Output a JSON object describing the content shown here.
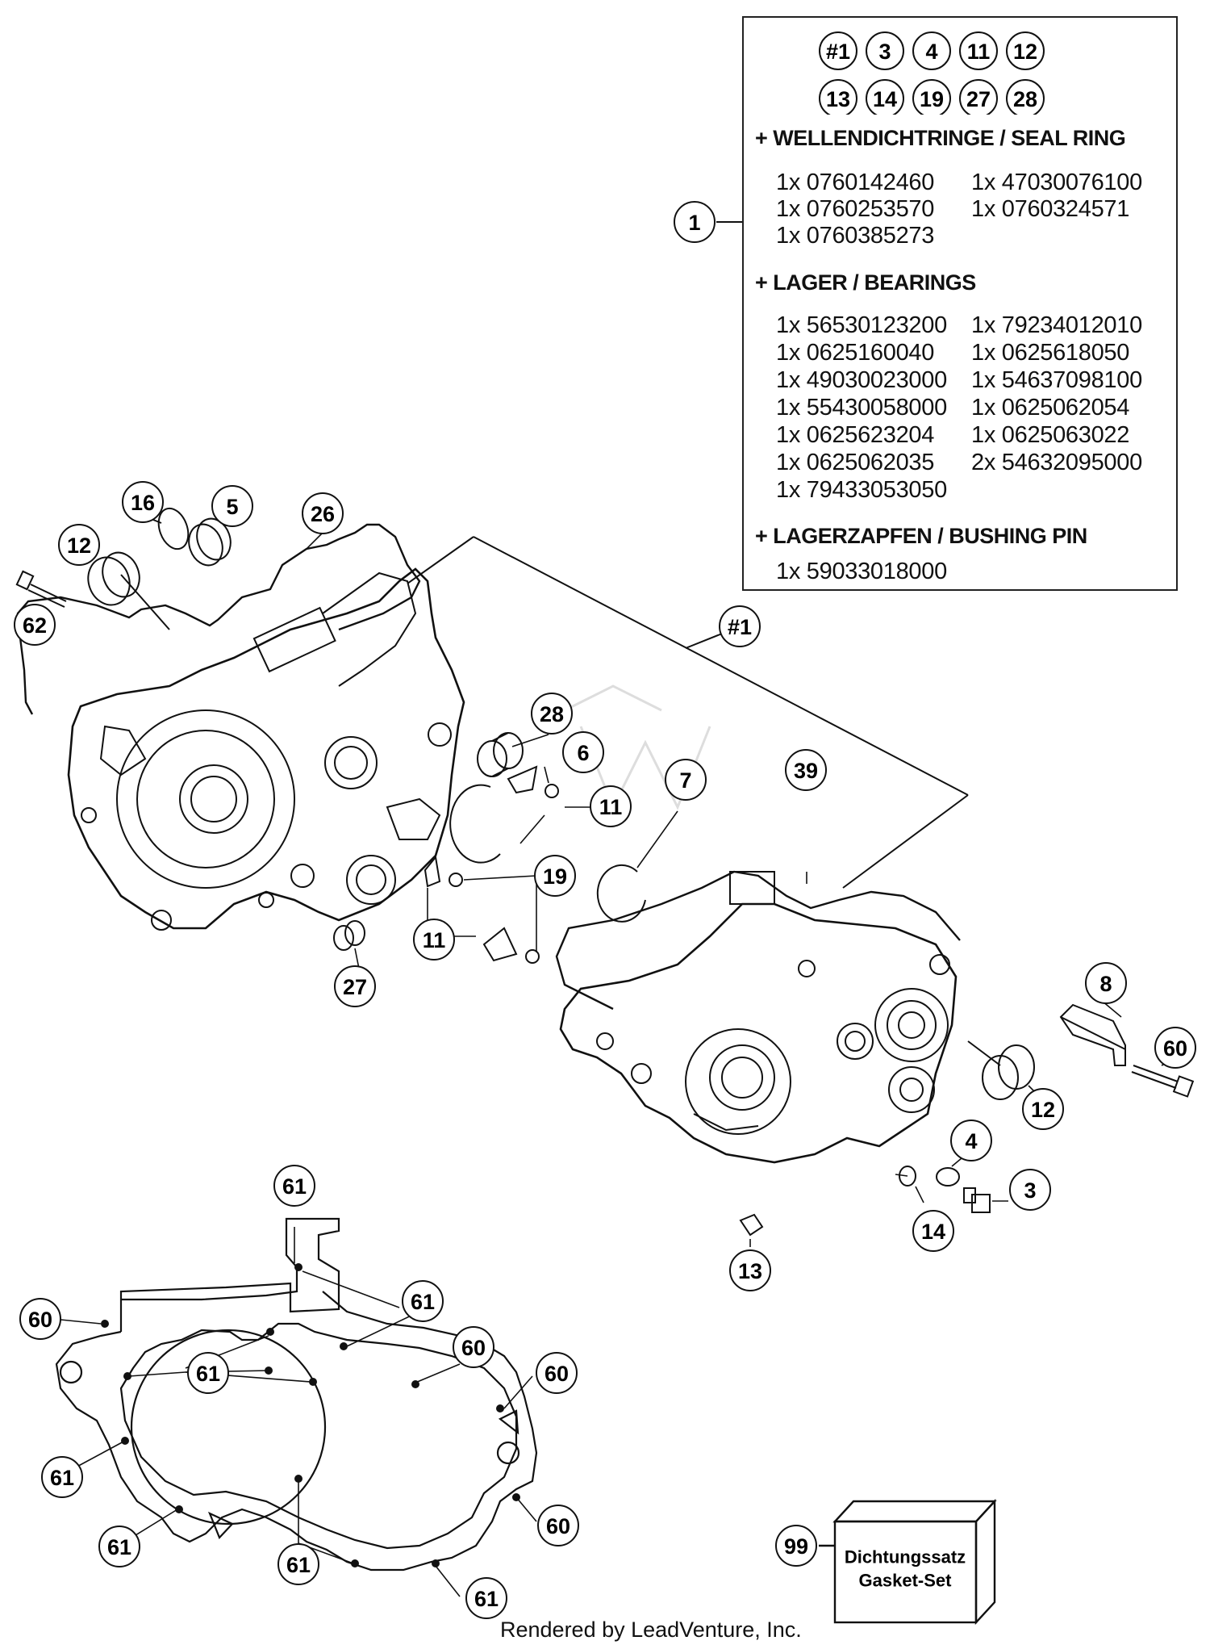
{
  "kit_refs_row1": [
    "#1",
    "3",
    "4",
    "11",
    "12"
  ],
  "kit_refs_row2": [
    "13",
    "14",
    "19",
    "27",
    "28"
  ],
  "seal_section": {
    "title": "+ WELLENDICHTRINGE / SEAL RING",
    "left": [
      "1x 0760142460",
      "1x 0760253570",
      "1x 0760385273"
    ],
    "right": [
      "1x 47030076100",
      "1x 0760324571"
    ]
  },
  "bearing_section": {
    "title": "+ LAGER / BEARINGS",
    "left": [
      "1x 56530123200",
      "1x 0625160040",
      "1x 49030023000",
      "1x 55430058000",
      "1x 0625623204",
      "1x 0625062035",
      "1x 79433053050"
    ],
    "right": [
      "1x 79234012010",
      "1x 0625618050",
      "1x 54637098100",
      "1x 0625062054",
      "1x 0625063022",
      "2x 54632095000"
    ]
  },
  "bushing_section": {
    "title": "+ LAGERZAPFEN / BUSHING PIN",
    "left": [
      "1x 59033018000"
    ]
  },
  "callouts": {
    "c1": "1",
    "c16": "16",
    "c5": "5",
    "c26": "26",
    "c12a": "12",
    "c62": "62",
    "c_kit": "#1",
    "c28": "28",
    "c6": "6",
    "c11a": "11",
    "c7": "7",
    "c39": "39",
    "c19": "19",
    "c11b": "11",
    "c27": "27",
    "c8": "8",
    "c60a": "60",
    "c12b": "12",
    "c4": "4",
    "c3": "3",
    "c14": "14",
    "c13": "13",
    "g61a": "61",
    "g60a": "60",
    "g61b": "61",
    "g61c": "61",
    "g60b": "60",
    "g60c": "60",
    "g61d": "61",
    "g61e": "61",
    "g60d": "60",
    "g61f": "61",
    "g61g": "61",
    "c99": "99"
  },
  "gasket_set": {
    "line1": "Dichtungssatz",
    "line2": "Gasket-Set"
  },
  "footer": "Rendered by LeadVenture, Inc."
}
